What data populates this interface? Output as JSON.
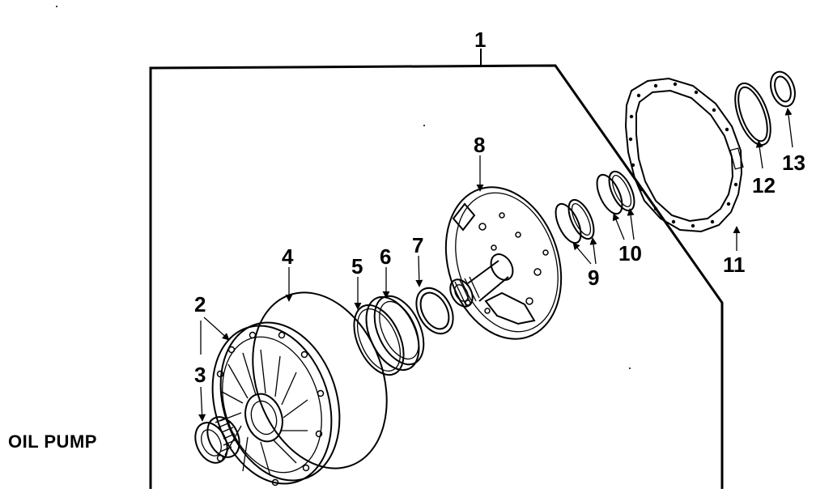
{
  "caption": "OIL PUMP",
  "callouts": {
    "c1": "1",
    "c2": "2",
    "c3": "3",
    "c4": "4",
    "c5": "5",
    "c6": "6",
    "c7": "7",
    "c8": "8",
    "c9": "9",
    "c10": "10",
    "c11": "11",
    "c12": "12",
    "c13": "13"
  }
}
